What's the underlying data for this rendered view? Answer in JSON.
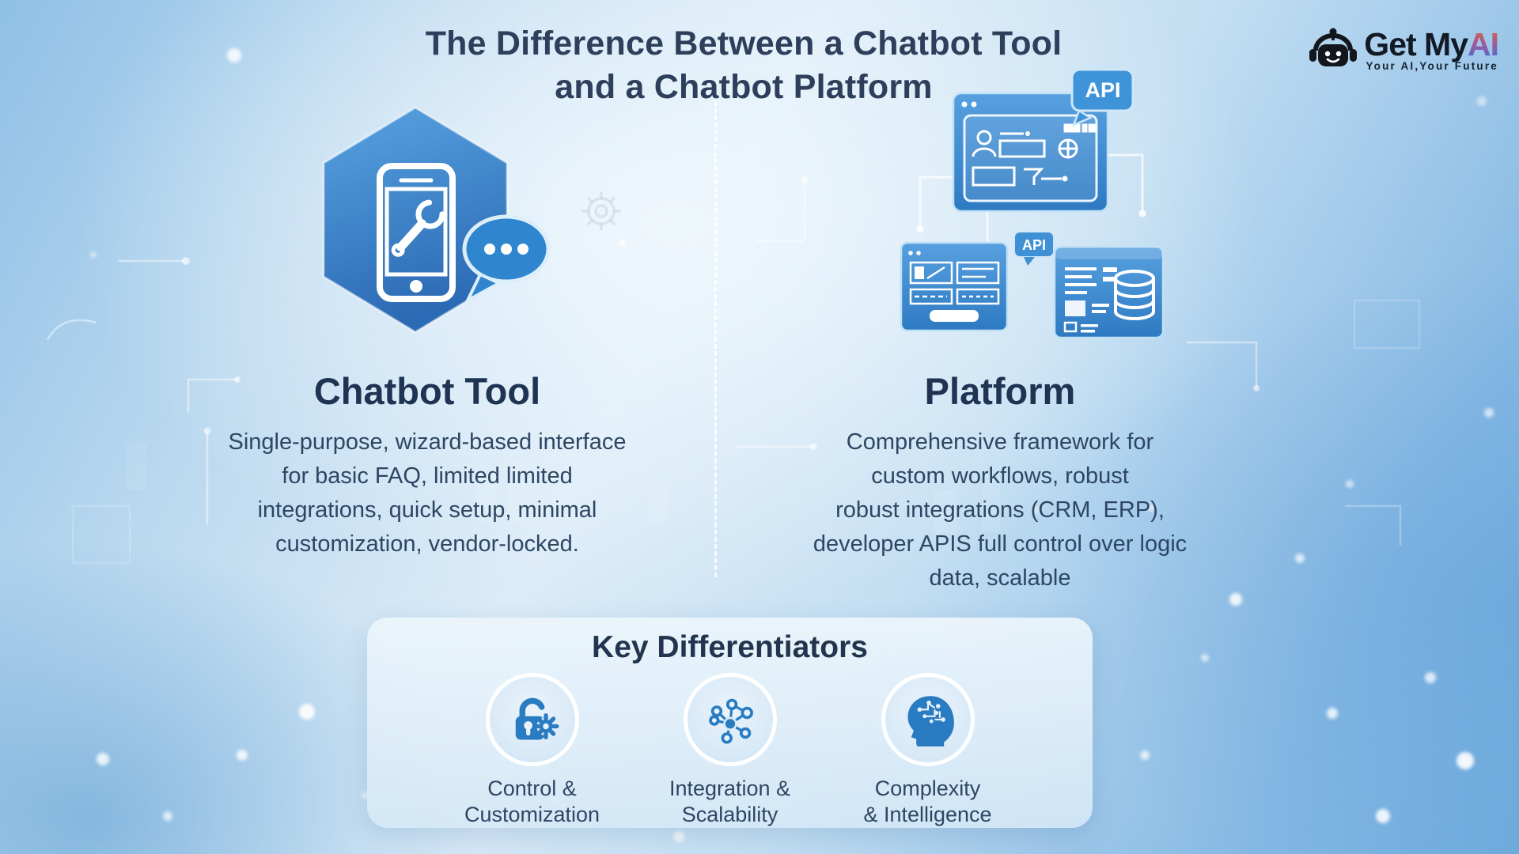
{
  "title": {
    "line1": "The Difference Between a Chatbot Tool",
    "line2": "and a Chatbot Platform"
  },
  "logo": {
    "brand_prefix": "Get My",
    "brand_suffix": "AI",
    "tagline": "Your AI,Your Future",
    "icon": "robot-icon"
  },
  "columns": {
    "tool": {
      "heading": "Chatbot Tool",
      "description_lines": [
        "Single-purpose, wizard-based interface",
        "for basic FAQ, limited limited",
        "integrations, quick setup, minimal",
        "customization, vendor-locked."
      ],
      "illustration_icons": [
        "hexagon-badge",
        "smartphone-icon",
        "wrench-icon",
        "chat-dots-icon"
      ]
    },
    "platform": {
      "heading": "Platform",
      "description_lines": [
        "Comprehensive framework for",
        "custom workflows, robust",
        "robust integrations (CRM, ERP),",
        "developer APIS full control over logic",
        "data, scalable"
      ],
      "illustration": {
        "api_labels": [
          "API",
          "API"
        ],
        "icons": [
          "browser-window-icon",
          "api-badge",
          "form-window-icon",
          "database-icon"
        ]
      }
    }
  },
  "key_differentiators": {
    "heading": "Key Differentiators",
    "items": [
      {
        "icon": "lock-gear-icon",
        "lines": [
          "Control &",
          "Customization"
        ]
      },
      {
        "icon": "network-nodes-icon",
        "lines": [
          "Integration &",
          "Scalability"
        ]
      },
      {
        "icon": "head-circuit-icon",
        "lines": [
          "Complexity",
          "& Intelligence"
        ]
      }
    ]
  },
  "colors": {
    "background_blue": "#7db6e2",
    "primary_blue": "#2f80c7",
    "dark_navy_text": "#2e3f5c",
    "panel_light": "#dcebf7",
    "logo_ai_orange": "#e2662f",
    "logo_ai_blue": "#3a6fd8"
  }
}
